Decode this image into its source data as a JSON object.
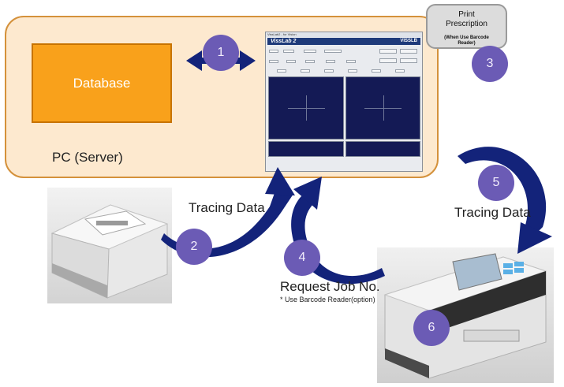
{
  "server": {
    "label": "PC (Server)",
    "database_label": "Database"
  },
  "app": {
    "window_title": "VissLab2 - for Vision",
    "brand_left": "VissLab 2",
    "brand_right": "VISSLB"
  },
  "callout": {
    "title_line1": "Print",
    "title_line2": "Prescription",
    "note_line1": "(When Use Barcode",
    "note_line2": "Reader)"
  },
  "steps": [
    {
      "number": "1"
    },
    {
      "number": "2"
    },
    {
      "number": "3"
    },
    {
      "number": "4"
    },
    {
      "number": "5"
    },
    {
      "number": "6"
    }
  ],
  "labels": {
    "tracing_data_left": "Tracing Data",
    "tracing_data_right": "Tracing Data",
    "request_job": "Request Job No.",
    "barcode_option": "* Use Barcode Reader(option)"
  },
  "colors": {
    "arrow": "#13237a",
    "circle": "#6b5bb5",
    "server_fill": "#fde9cf",
    "database_fill": "#f9a11b"
  }
}
